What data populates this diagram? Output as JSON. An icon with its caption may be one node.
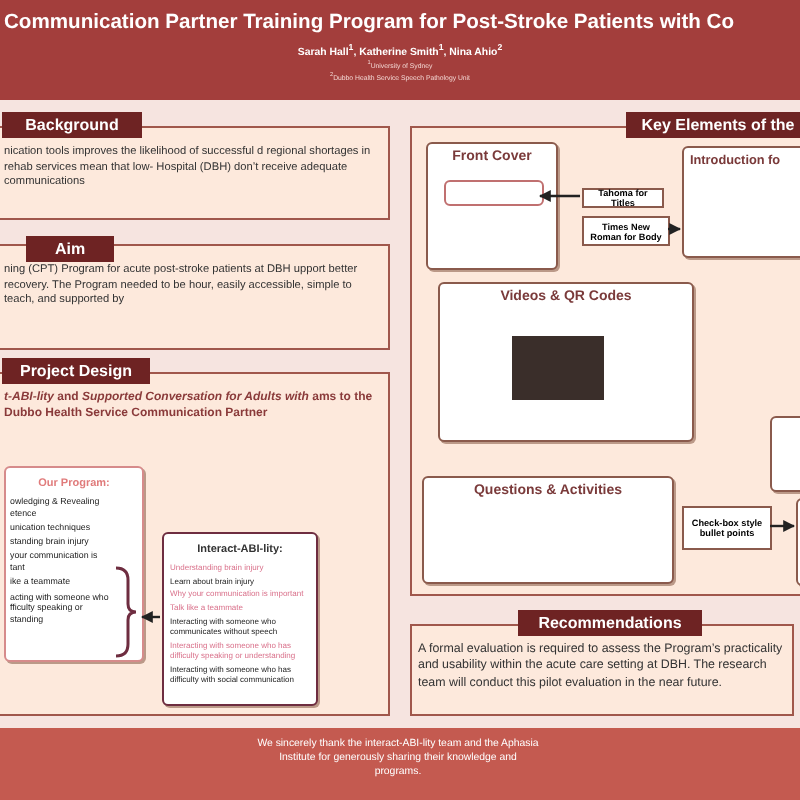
{
  "diagram": {
    "title": "Communication Partner Training Program for Post-Stroke Patients with Co",
    "nodes": [
      {
        "text": [
          "Background",
          "nication tools improves the likelihood of successful d regional shortages in rehab services mean that low- Hospital (DBH) don’t receive adequate communications"
        ]
      },
      {
        "text": [
          "Aim",
          "ning (CPT) Program for acute post-stroke patients at DBH upport better recovery. The Program needed to be hour, easily accessible, simple to teach, and supported by"
        ]
      },
      {
        "text": [
          "Project Design",
          "*t-ABI-lity* and *Supported Conversation for Adults with* ams to the **Dubbo Health Service Communication Partner**"
        ]
      },
      {
        "text": [
          "Our Program:",
          "owledging & Revealing etence",
          "unication techniques",
          "standing brain injury",
          "your communication is tant",
          "ike a teammate",
          "acting with someone who fficulty speaking or standing"
        ],
        "in": 2
      },
      {
        "text": [
          "Interact-ABI-lity:",
          "Understanding brain injury",
          "Learn about brain injury",
          "Why your communication is important",
          "Talk like a teammate",
          "Interacting with someone who communicates without speech",
          "Interacting with someone who has difficulty speaking or understanding",
          "Interacting with someone who has difficulty with social communication"
        ],
        "in": 2
      },
      {
        "text": [
          "Key Elements of the"
        ]
      },
      {
        "text": [
          "Front Cover"
        ],
        "in": 5
      },
      {
        "text": [],
        "shape": "box",
        "in": 6
      },
      {
        "text": [
          "Tahoma for Titles"
        ],
        "in": 5
      },
      {
        "text": [
          "Times New Roman for Body"
        ],
        "in": 5
      },
      {
        "text": [
          "Introduction fo"
        ],
        "in": 5
      },
      {
        "text": [
          "Videos & QR Codes"
        ],
        "in": 5
      },
      {
        "text": [
          "Questions & Activities"
        ],
        "in": 5
      },
      {
        "text": [],
        "shape": "box",
        "in": 5
      },
      {
        "text": [
          "Check-box style bullet points"
        ],
        "in": 5
      },
      {
        "text": [],
        "shape": "box",
        "in": 5
      },
      {
        "text": [
          "Recommendations",
          "A formal evaluation is required to assess the Program’s practicality and usability within the acute care setting at DBH. The research team will conduct this pilot evaluation in the near future."
        ]
      }
    ],
    "edges": [
      {
        "from": 8,
        "to": 7,
        "arrow": "to"
      },
      {
        "from": 9,
        "to": 10,
        "arrow": "to"
      },
      {
        "from": 14,
        "to": 15,
        "arrow": "to"
      },
      {
        "from": 4,
        "to": 3,
        "arrow": "to"
      }
    ],
    "labels": [
      "Sarah Hall$^{1}$, Katherine Smith$^{1}$, Nina Ahio$^{2}$",
      "$^{1}$University of Sydney",
      "$^{2}$Dubbo Health Service Speech Pathology Unit",
      "We sincerely thank the interact-ABI-lity team and the Aphasia Institute for generously sharing their knowledge and programs."
    ]
  }
}
